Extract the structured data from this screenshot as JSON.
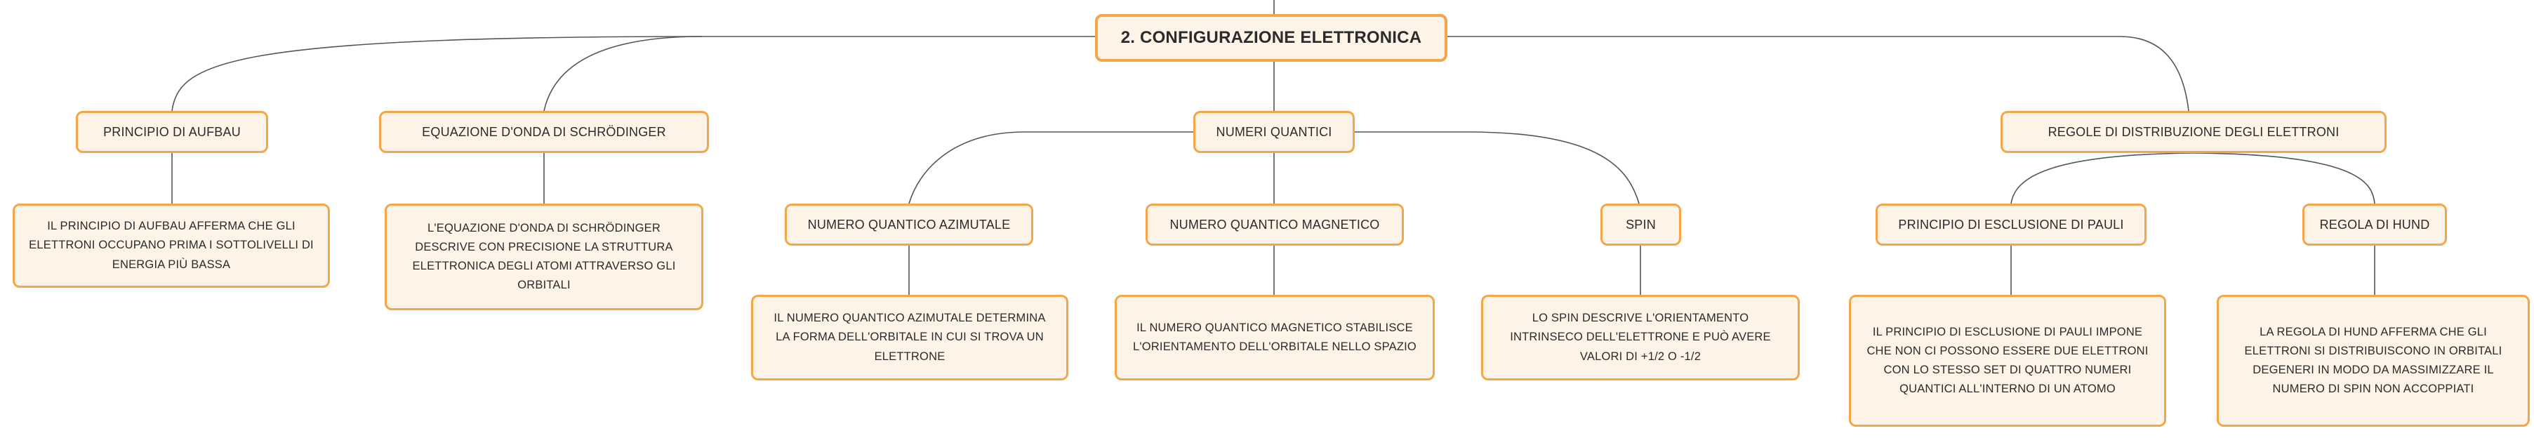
{
  "root": "2. CONFIGURAZIONE ELETTRONICA",
  "branches": {
    "aufbau": "PRINCIPIO DI AUFBAU",
    "schrodinger": "EQUAZIONE D'ONDA DI SCHRÖDINGER",
    "quantici": "NUMERI QUANTICI",
    "regole": "REGOLE DI DISTRIBUZIONE DEGLI ELETTRONI"
  },
  "sub": {
    "azimutale": "NUMERO QUANTICO AZIMUTALE",
    "magnetico": "NUMERO QUANTICO MAGNETICO",
    "spin": "SPIN",
    "pauli": "PRINCIPIO DI ESCLUSIONE DI PAULI",
    "hund": "REGOLA DI HUND"
  },
  "details": {
    "aufbau": "IL PRINCIPIO DI AUFBAU AFFERMA CHE GLI ELETTRONI OCCUPANO PRIMA I SOTTOLIVELLI DI ENERGIA PIÙ BASSA",
    "schrodinger": "L'EQUAZIONE D'ONDA DI SCHRÖDINGER DESCRIVE CON PRECISIONE LA STRUTTURA ELETTRONICA DEGLI ATOMI ATTRAVERSO GLI ORBITALI",
    "azimutale": "IL NUMERO QUANTICO AZIMUTALE DETERMINA LA FORMA DELL'ORBITALE IN CUI SI TROVA UN ELETTRONE",
    "magnetico": "IL NUMERO QUANTICO MAGNETICO STABILISCE L'ORIENTAMENTO DELL'ORBITALE NELLO SPAZIO",
    "spin": "LO SPIN DESCRIVE L'ORIENTAMENTO INTRINSECO DELL'ELETTRONE E PUÒ AVERE VALORI DI +1/2 O -1/2",
    "pauli": "IL PRINCIPIO DI ESCLUSIONE DI PAULI IMPONE CHE NON CI POSSONO ESSERE DUE ELETTRONI CON LO STESSO SET DI QUATTRO NUMERI QUANTICI ALL'INTERNO DI UN ATOMO",
    "hund": "LA REGOLA DI HUND AFFERMA CHE GLI ELETTRONI SI DISTRIBUISCONO IN ORBITALI DEGENERI IN MODO DA MASSIMIZZARE IL NUMERO DI SPIN NON ACCOPPIATI"
  },
  "colors": {
    "node_fill": "#fdf3e7",
    "node_border": "#f3a64a",
    "connector": "#555555"
  }
}
